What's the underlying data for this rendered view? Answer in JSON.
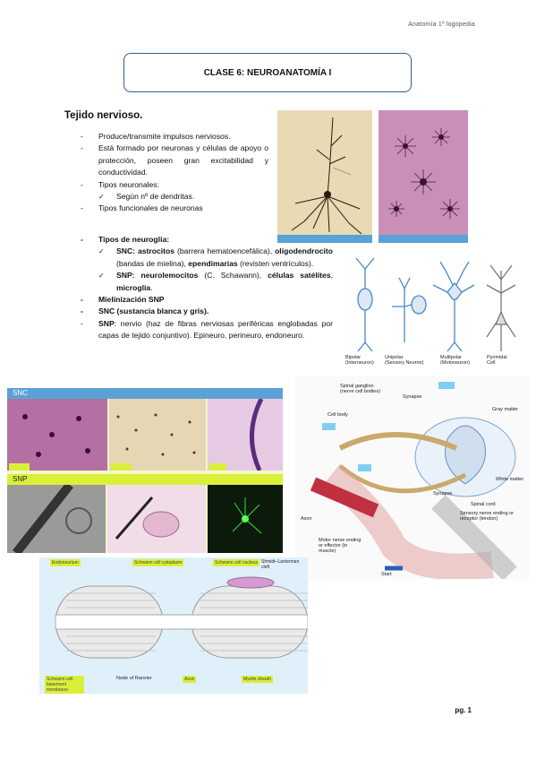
{
  "header_note": "Anatomía 1º logopedia",
  "title": "CLASE 6: NEUROANATOMÍA I",
  "section_title": "Tejido nervioso.",
  "bullets": {
    "b1": "Produce/transmite impulsos nerviosos.",
    "b2": "Está formado por neuronas y células de apoyo o protección, poseen gran excitabilidad y conductividad.",
    "b3": "Tipos neuronales:",
    "b3a": "Según nº de dendritas.",
    "b4": "Tipos funcionales de neuronas",
    "b5": "Tipos de neuroglia:",
    "snc_label": "SNC:",
    "snc_astro": "astrocitos",
    "snc_astro_desc": " (barrera hematoencefálica), ",
    "snc_oligo": "oligodendrocito",
    "snc_oligo_desc": " (bandas de mielina), ",
    "snc_epen": "ependimarias",
    "snc_epen_desc": " (revisten ventrículos).",
    "snp_label": "SNP: neurolemocitos",
    "snp_desc1": " (C. Schawann), ",
    "snp_sat": "células satélites",
    "snp_desc2": ", ",
    "snp_micro": "microglía",
    "snp_end": ".",
    "b6": "Mielinización SNP",
    "b7": "SNC (sustancia blanca y gris).",
    "b8_label": "SNP",
    "b8_text": ": nervio (haz de fibras nerviosas periféricas englobadas por capas de tejido conjuntivo). Epineuro, perineuro, endoneuro."
  },
  "figures": {
    "neuron_types": {
      "bipolar": "Bipolar",
      "bipolar_sub": "(Interneuron)",
      "unipolar": "Unipolar",
      "unipolar_sub": "(Sensory Neuron)",
      "multipolar": "Multipolar",
      "multipolar_sub": "(Motoneuron)",
      "pyramidal": "Pyrimidal",
      "pyramidal_sub": "Cell"
    },
    "glia_panel": {
      "snc": "SNC",
      "snp": "SNP"
    },
    "reflex": {
      "spinal_ganglion": "Spinal ganglion",
      "nerve_cell_bodies": "(nerve cell bodies)",
      "synapse_top": "Synapse",
      "gray_matter": "Gray matter",
      "cell_body": "Cell body",
      "white_matter": "White matter",
      "synapse_bottom": "Synapse",
      "spinal_cord": "Spinal cord",
      "axon": "Axon",
      "sensory_ending": "Sensory nerve ending or receptor (tendon)",
      "motor_ending": "Motor nerve ending or effector (in muscle)",
      "start": "Start"
    },
    "myelin": {
      "endoneurium": "Endoneurium",
      "schwann_cytoplasm": "Schwann cell cytoplasm",
      "schwann_nucleus": "Schwann cell nucleus",
      "schmidt": "Shmidt–Lanterman cleft",
      "basement": "Schwann cell basement membrane",
      "node": "Node of Ranvier",
      "axon": "Axon",
      "myelin_sheath": "Myelin sheath"
    }
  },
  "page_number": "pg. 1",
  "colors": {
    "title_border": "#3a5b8c",
    "caption_blue": "#5aa2d6",
    "label_yellow": "#d9ef3a",
    "he_pink": "#c98fb8",
    "sepia": "#ead9b5"
  }
}
